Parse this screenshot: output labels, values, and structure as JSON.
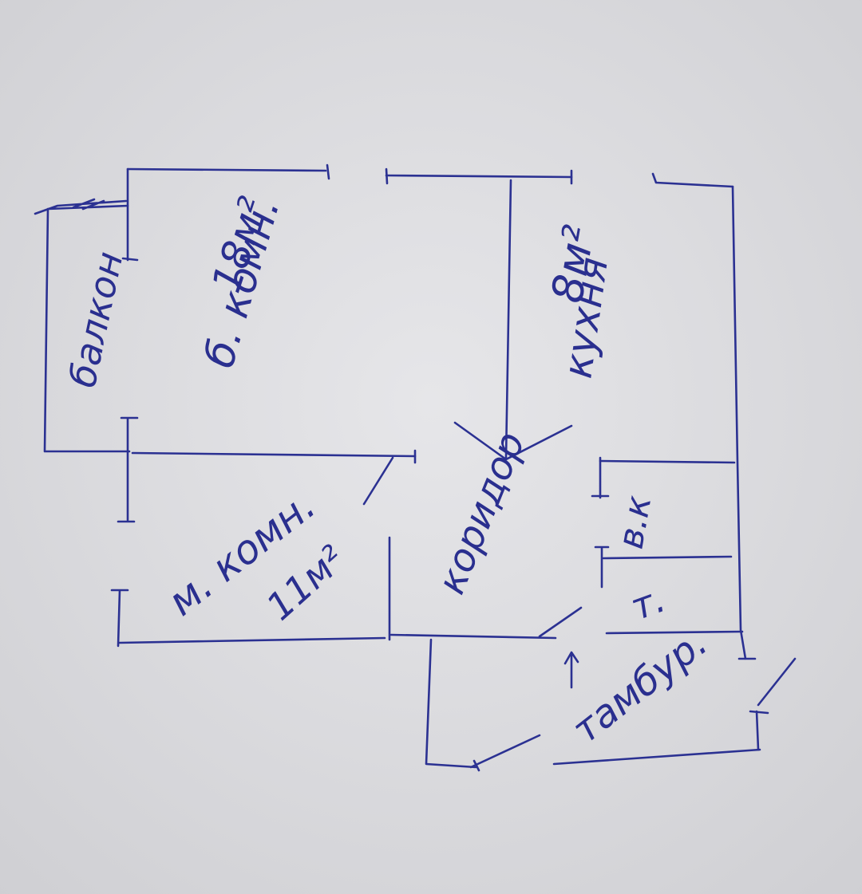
{
  "ink_color": "#2b3192",
  "paper_color": "#dcdcdf",
  "rooms": {
    "balcony": "балкон",
    "big_room_area": "18м²",
    "big_room_name": "б. комн.",
    "kitchen_area": "8м²",
    "kitchen_name": "кухня",
    "small_room_name": "м. комн.",
    "small_room_area": "11м²",
    "corridor": "коридор",
    "bathroom": "в.к",
    "toilet": "т.",
    "vestibule": "тамбур."
  }
}
